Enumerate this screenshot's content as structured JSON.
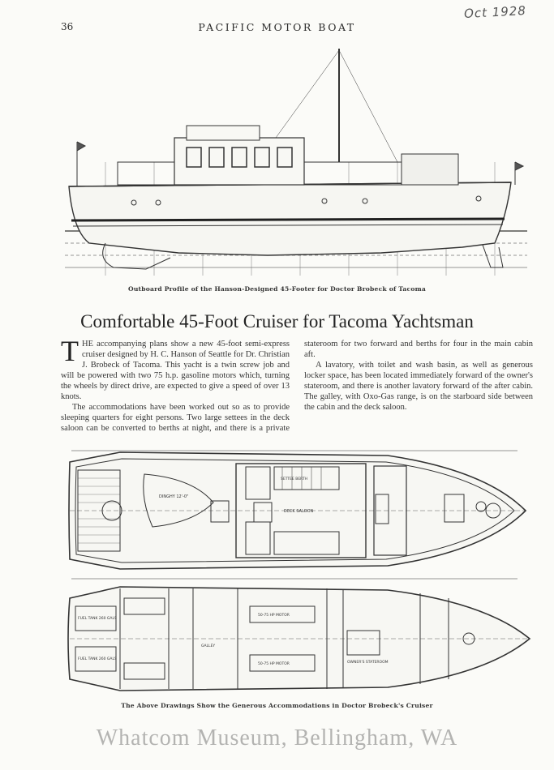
{
  "header": {
    "page_number": "36",
    "publication": "PACIFIC MOTOR BOAT",
    "handwritten_date": "Oct 1928"
  },
  "figures": {
    "profile_caption": "Outboard Profile of the Hanson-Designed 45-Footer for Doctor Brobeck of Tacoma",
    "plans_caption": "The Above Drawings Show the Generous Accommodations in Doctor Brobeck's Cruiser",
    "deck_plan_labels": {
      "dinghy": "DINGHY 12'-0\"",
      "saloon": "DECK SALOON",
      "settee": "SETTEE BERTH"
    },
    "accommodation_labels": {
      "fuel_tank_1": "FUEL TANK 260 GALS",
      "fuel_tank_2": "FUEL TANK 260 GALS",
      "motor_1": "50-75 HP MOTOR",
      "motor_2": "50-75 HP MOTOR",
      "owners_stateroom": "OWNER'S STATEROOM",
      "galley": "GALLEY"
    }
  },
  "article": {
    "headline": "Comfortable 45-Foot Cruiser for Tacoma Yachtsman",
    "drop_cap": "T",
    "paragraphs": [
      "HE accompanying plans show a new 45-foot semi-express cruiser designed by H. C. Hanson of Seattle for Dr. Christian J. Brobeck of Tacoma. This yacht is a twin screw job and will be powered with two 75 h.p. gasoline motors which, turning the wheels by direct drive, are expected to give a speed of over 13 knots.",
      "The accommodations have been worked out so as to provide sleeping quarters for eight persons. Two large settees in the deck saloon can be converted to berths at night, and there is a private stateroom for two forward and berths for four in the main cabin aft.",
      "A lavatory, with toilet and wash basin, as well as generous locker space, has been located immediately forward of the owner's stateroom, and there is another lavatory forward of the after cabin. The galley, with Oxo-Gas range, is on the starboard side between the cabin and the deck saloon."
    ]
  },
  "watermark": "Whatcom Museum, Bellingham, WA"
}
